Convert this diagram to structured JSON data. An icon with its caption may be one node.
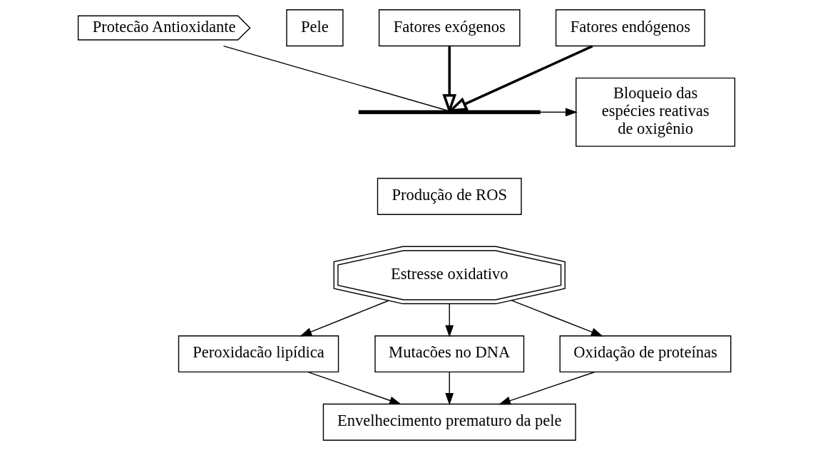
{
  "diagram": {
    "nodes": [
      {
        "text": [
          "Protecão Antioxidante"
        ]
      },
      {
        "text": [
          "Fatores exógenos"
        ]
      },
      {
        "text": [
          "Fatores endógenos"
        ]
      },
      {
        "text": [
          "Pele"
        ]
      },
      {
        "text": [],
        "shape": "bar"
      },
      {
        "text": [
          "Bloqueio das espécies reativas de oxigênio"
        ]
      },
      {
        "text": [
          "Produção de ROS"
        ]
      },
      {
        "text": [
          "Estresse oxidativo"
        ]
      },
      {
        "text": [
          "Peroxidacão lipídica"
        ]
      },
      {
        "text": [
          "Mutacões no DNA"
        ]
      },
      {
        "text": [
          "Oxidação de proteínas"
        ]
      },
      {
        "text": [
          "Envelhecimento prematuro da pele"
        ]
      }
    ],
    "edges": [
      {
        "from": 0,
        "to": 4,
        "arrow": "none"
      },
      {
        "from": 1,
        "to": 4,
        "arrow": "to",
        "style": "thick"
      },
      {
        "from": 2,
        "to": 4,
        "arrow": "to",
        "style": "thick"
      },
      {
        "from": 4,
        "to": 5,
        "arrow": "to"
      },
      {
        "from": 7,
        "to": 8,
        "arrow": "to"
      },
      {
        "from": 7,
        "to": 9,
        "arrow": "to"
      },
      {
        "from": 7,
        "to": 10,
        "arrow": "to"
      },
      {
        "from": 8,
        "to": 11,
        "arrow": "to"
      },
      {
        "from": 9,
        "to": 11,
        "arrow": "to"
      },
      {
        "from": 10,
        "to": 11,
        "arrow": "to"
      }
    ]
  }
}
